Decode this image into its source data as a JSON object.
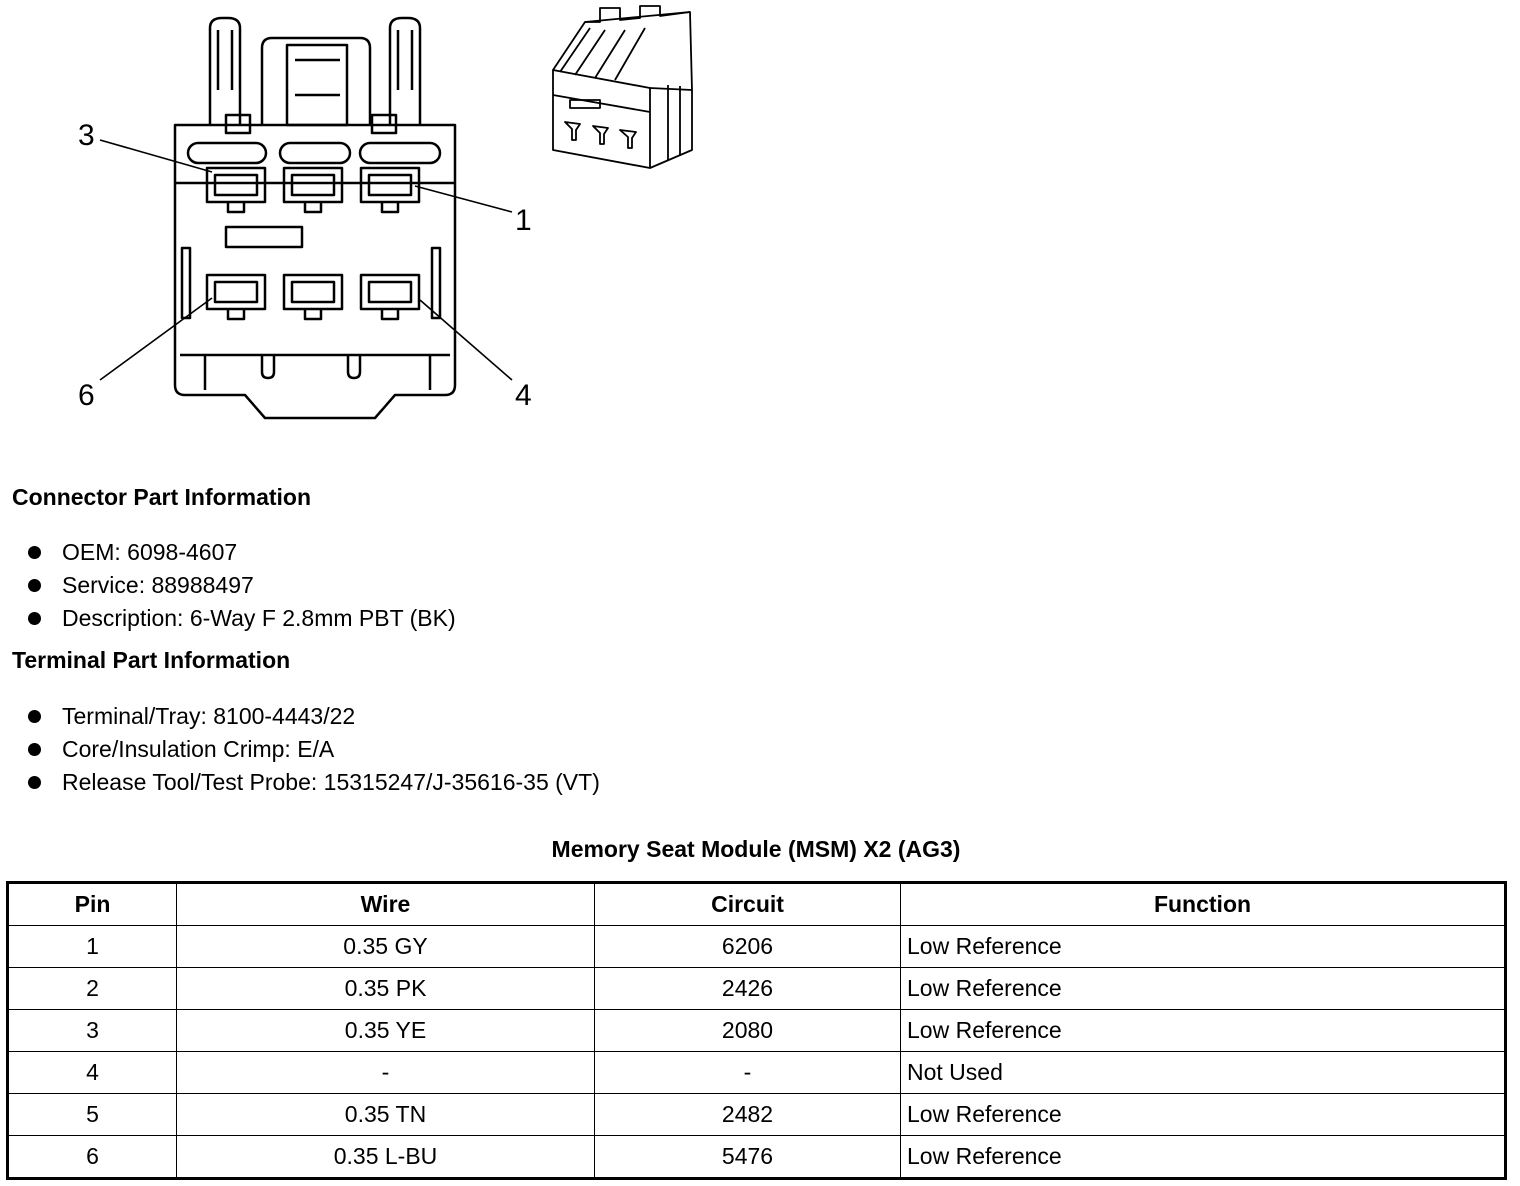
{
  "diagram": {
    "pin_labels": {
      "p1": "1",
      "p3": "3",
      "p4": "4",
      "p6": "6"
    }
  },
  "connector_info": {
    "heading": "Connector Part Information",
    "items": [
      "OEM: 6098-4607",
      "Service: 88988497",
      "Description: 6-Way F 2.8mm PBT (BK)"
    ]
  },
  "terminal_info": {
    "heading": "Terminal Part Information",
    "items": [
      "Terminal/Tray: 8100-4443/22",
      "Core/Insulation Crimp: E/A",
      "Release Tool/Test Probe: 15315247/J-35616-35 (VT)"
    ]
  },
  "table": {
    "title": "Memory Seat Module (MSM) X2 (AG3)",
    "headers": {
      "pin": "Pin",
      "wire": "Wire",
      "circuit": "Circuit",
      "function": "Function"
    },
    "rows": [
      {
        "pin": "1",
        "wire": "0.35 GY",
        "circuit": "6206",
        "function": "Low Reference"
      },
      {
        "pin": "2",
        "wire": "0.35 PK",
        "circuit": "2426",
        "function": "Low Reference"
      },
      {
        "pin": "3",
        "wire": "0.35 YE",
        "circuit": "2080",
        "function": "Low Reference"
      },
      {
        "pin": "4",
        "wire": "-",
        "circuit": "-",
        "function": "Not Used"
      },
      {
        "pin": "5",
        "wire": "0.35 TN",
        "circuit": "2482",
        "function": "Low Reference"
      },
      {
        "pin": "6",
        "wire": "0.35 L-BU",
        "circuit": "5476",
        "function": "Low Reference"
      }
    ]
  }
}
